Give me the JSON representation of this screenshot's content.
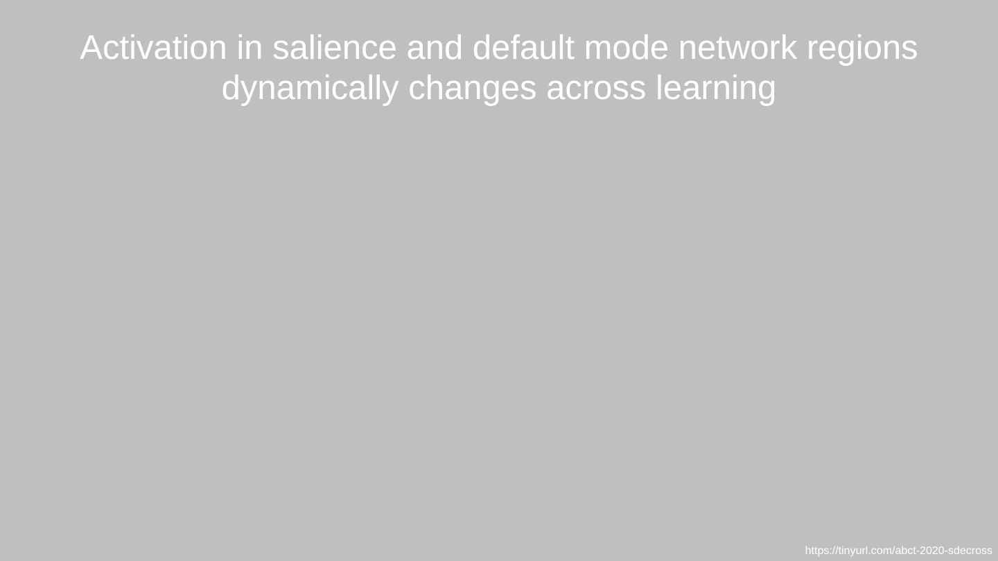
{
  "slide": {
    "title_lines": [
      "Activation in salience and default mode network regions",
      "dynamically changes across learning"
    ],
    "footer_link": "https://tinyurl.com/abct-2020-sdecross",
    "colors": {
      "background": "#bfbfbf",
      "text": "#ffffff"
    }
  }
}
